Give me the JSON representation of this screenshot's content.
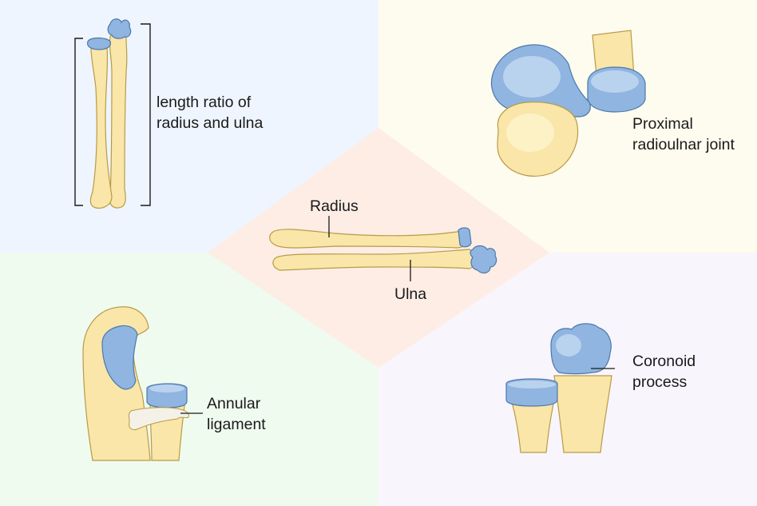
{
  "colors": {
    "bone": "#f9e6a8",
    "bone_light": "#fdf1c6",
    "bone_outline": "#b99b48",
    "cartilage": "#8fb5e0",
    "cartilage_light": "#b9d2ee",
    "cartilage_outline": "#4d79ab",
    "ligament": "#f4f1e8",
    "line": "#1a1a1a",
    "bg_top_left": "#eef5fe",
    "bg_top_right": "#fefcef",
    "bg_bottom_left": "#f0fbf0",
    "bg_bottom_right": "#f9f5fd",
    "bg_center": "#fdede5"
  },
  "labels": {
    "length_ratio": [
      "length ratio of",
      "radius and ulna"
    ],
    "proximal_joint": [
      "Proximal",
      "radioulnar joint"
    ],
    "radius": "Radius",
    "ulna": "Ulna",
    "annular": [
      "Annular",
      "ligament"
    ],
    "coronoid": [
      "Coronoid",
      "process"
    ]
  }
}
